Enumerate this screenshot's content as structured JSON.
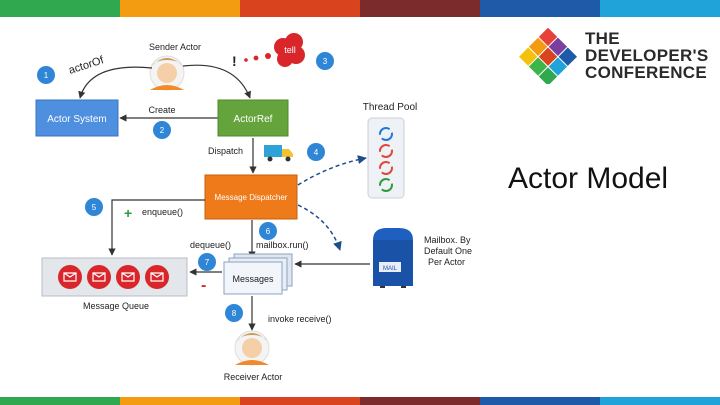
{
  "colors": {
    "bar": [
      "#2fa84f",
      "#f39c12",
      "#d9431e",
      "#7b2b2b",
      "#1e5aa8",
      "#1fa3d8",
      "#3cb54a",
      "#e85d24"
    ],
    "actor_system": "#4f8fe0",
    "actor_ref": "#65a43c",
    "dispatcher": "#ee7a1a",
    "badge": "#2f86d6",
    "mail": "#d9262a"
  },
  "logo": {
    "line1": "THE",
    "line2": "DEVELOPER'S",
    "line3": "CONFERENCE"
  },
  "slide": {
    "title": "Actor Model"
  },
  "diagram": {
    "sender_actor": "Sender Actor",
    "actor_of": "actorOf",
    "tell_bubble": "tell",
    "exclamation": "!",
    "actor_system": "Actor System",
    "create": "Create",
    "actor_ref": "ActorRef",
    "thread_pool": "Thread Pool",
    "dispatch": "Dispatch",
    "message_dispatcher": "Message Dispatcher",
    "enqueue": "enqueue()",
    "dequeue": "dequeue()",
    "mailbox_run": "mailbox.run()",
    "messages": "Messages",
    "mailbox_note": [
      "Mailbox. By",
      "Default One",
      "Per Actor"
    ],
    "mailbox_label": "MAIL",
    "message_queue": "Message Queue",
    "invoke_receive": "invoke receive()",
    "receiver_actor": "Receiver Actor",
    "badges": [
      "1",
      "2",
      "3",
      "4",
      "5",
      "6",
      "7",
      "8"
    ]
  }
}
